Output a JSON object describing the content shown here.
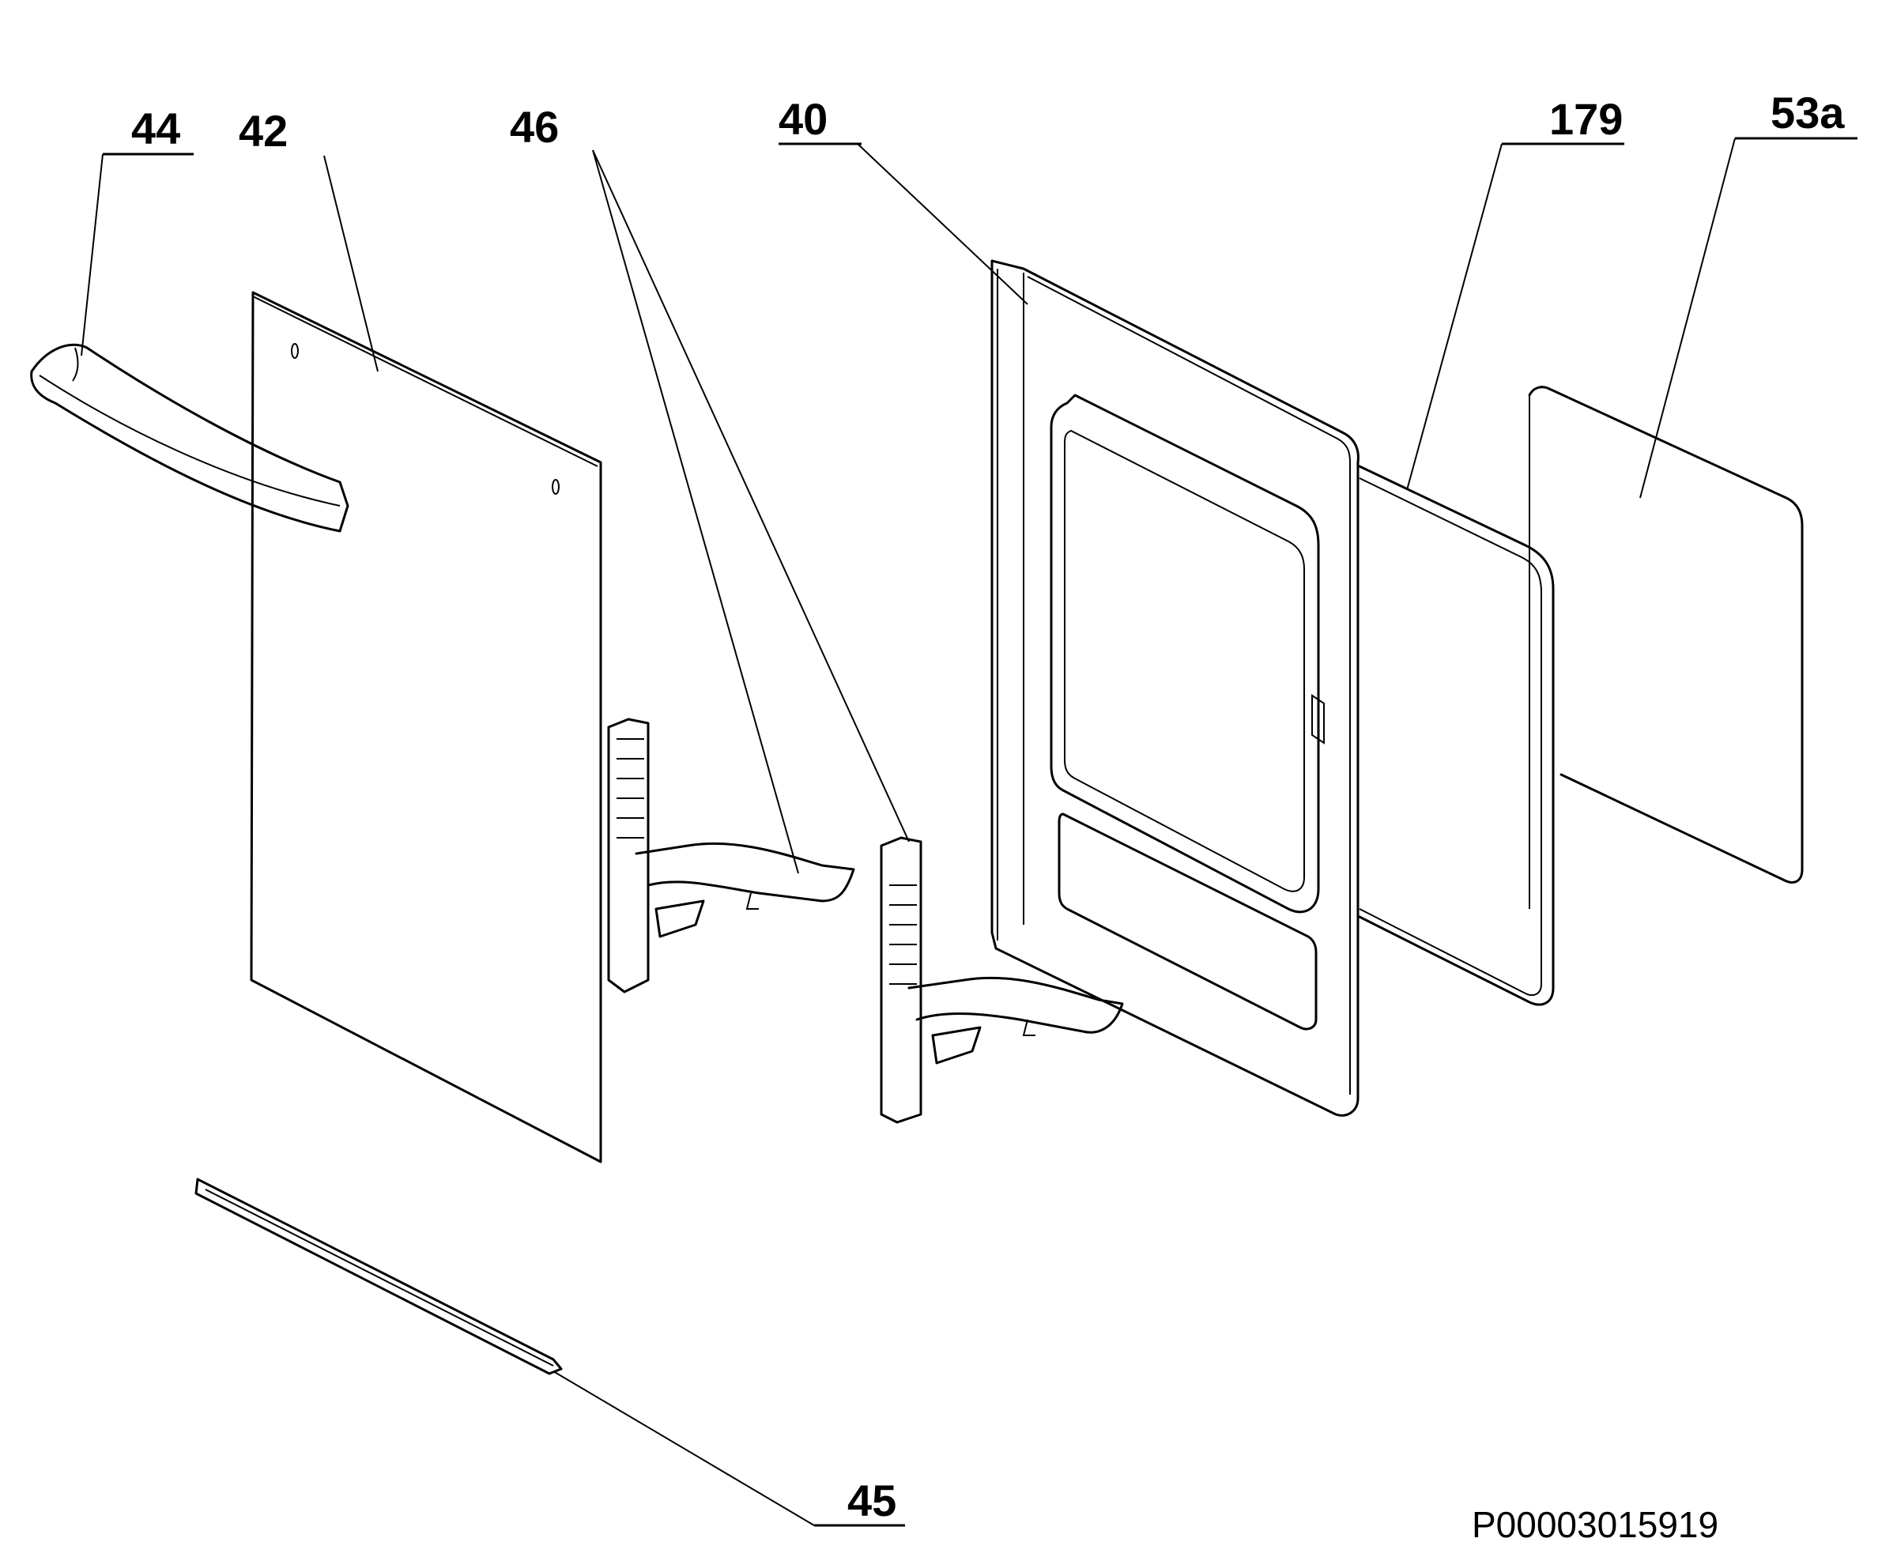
{
  "labels": {
    "p44": "44",
    "p42": "42",
    "p46": "46",
    "p40": "40",
    "p179": "179",
    "p53a": "53a",
    "p45": "45"
  },
  "document_id": "P00003015919"
}
